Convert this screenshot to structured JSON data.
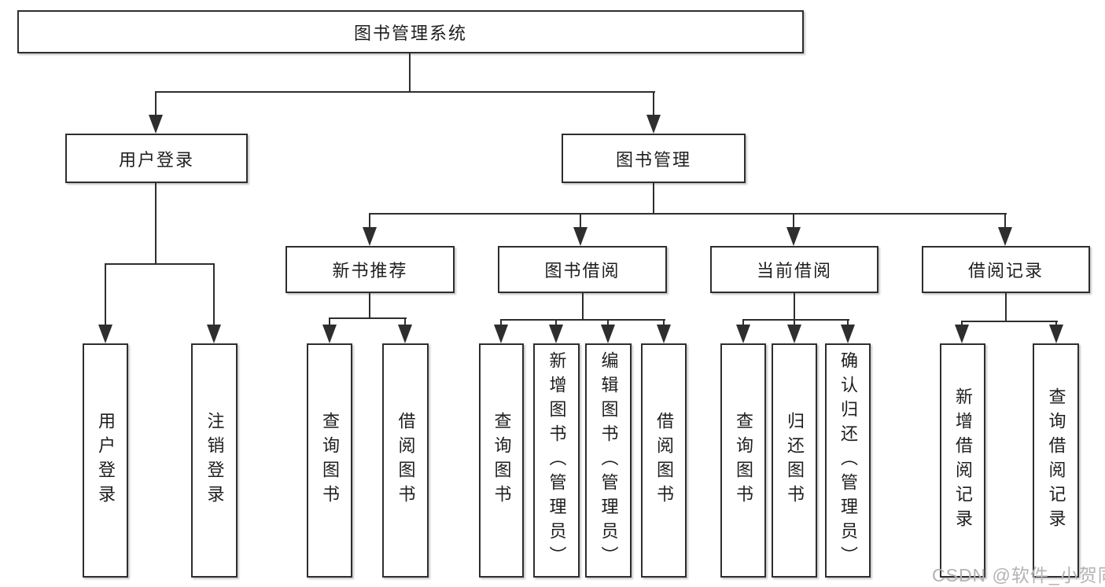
{
  "title": "图书管理系统",
  "branches": [
    {
      "label": "用户登录",
      "children": [
        {
          "label": "用户登录"
        },
        {
          "label": "注销登录"
        }
      ]
    },
    {
      "label": "图书管理",
      "children": [
        {
          "label": "新书推荐",
          "children": [
            {
              "label": "查询图书"
            },
            {
              "label": "借阅图书"
            }
          ]
        },
        {
          "label": "图书借阅",
          "children": [
            {
              "label": "查询图书"
            },
            {
              "label": "新增图书（管理员）"
            },
            {
              "label": "编辑图书（管理员）"
            },
            {
              "label": "借阅图书"
            }
          ]
        },
        {
          "label": "当前借阅",
          "children": [
            {
              "label": "查询图书"
            },
            {
              "label": "归还图书"
            },
            {
              "label": "确认归还（管理员）"
            }
          ]
        },
        {
          "label": "借阅记录",
          "children": [
            {
              "label": "新增借阅记录"
            },
            {
              "label": "查询借阅记录"
            }
          ]
        }
      ]
    }
  ],
  "watermark": "CSDN @软件_小贺同学"
}
